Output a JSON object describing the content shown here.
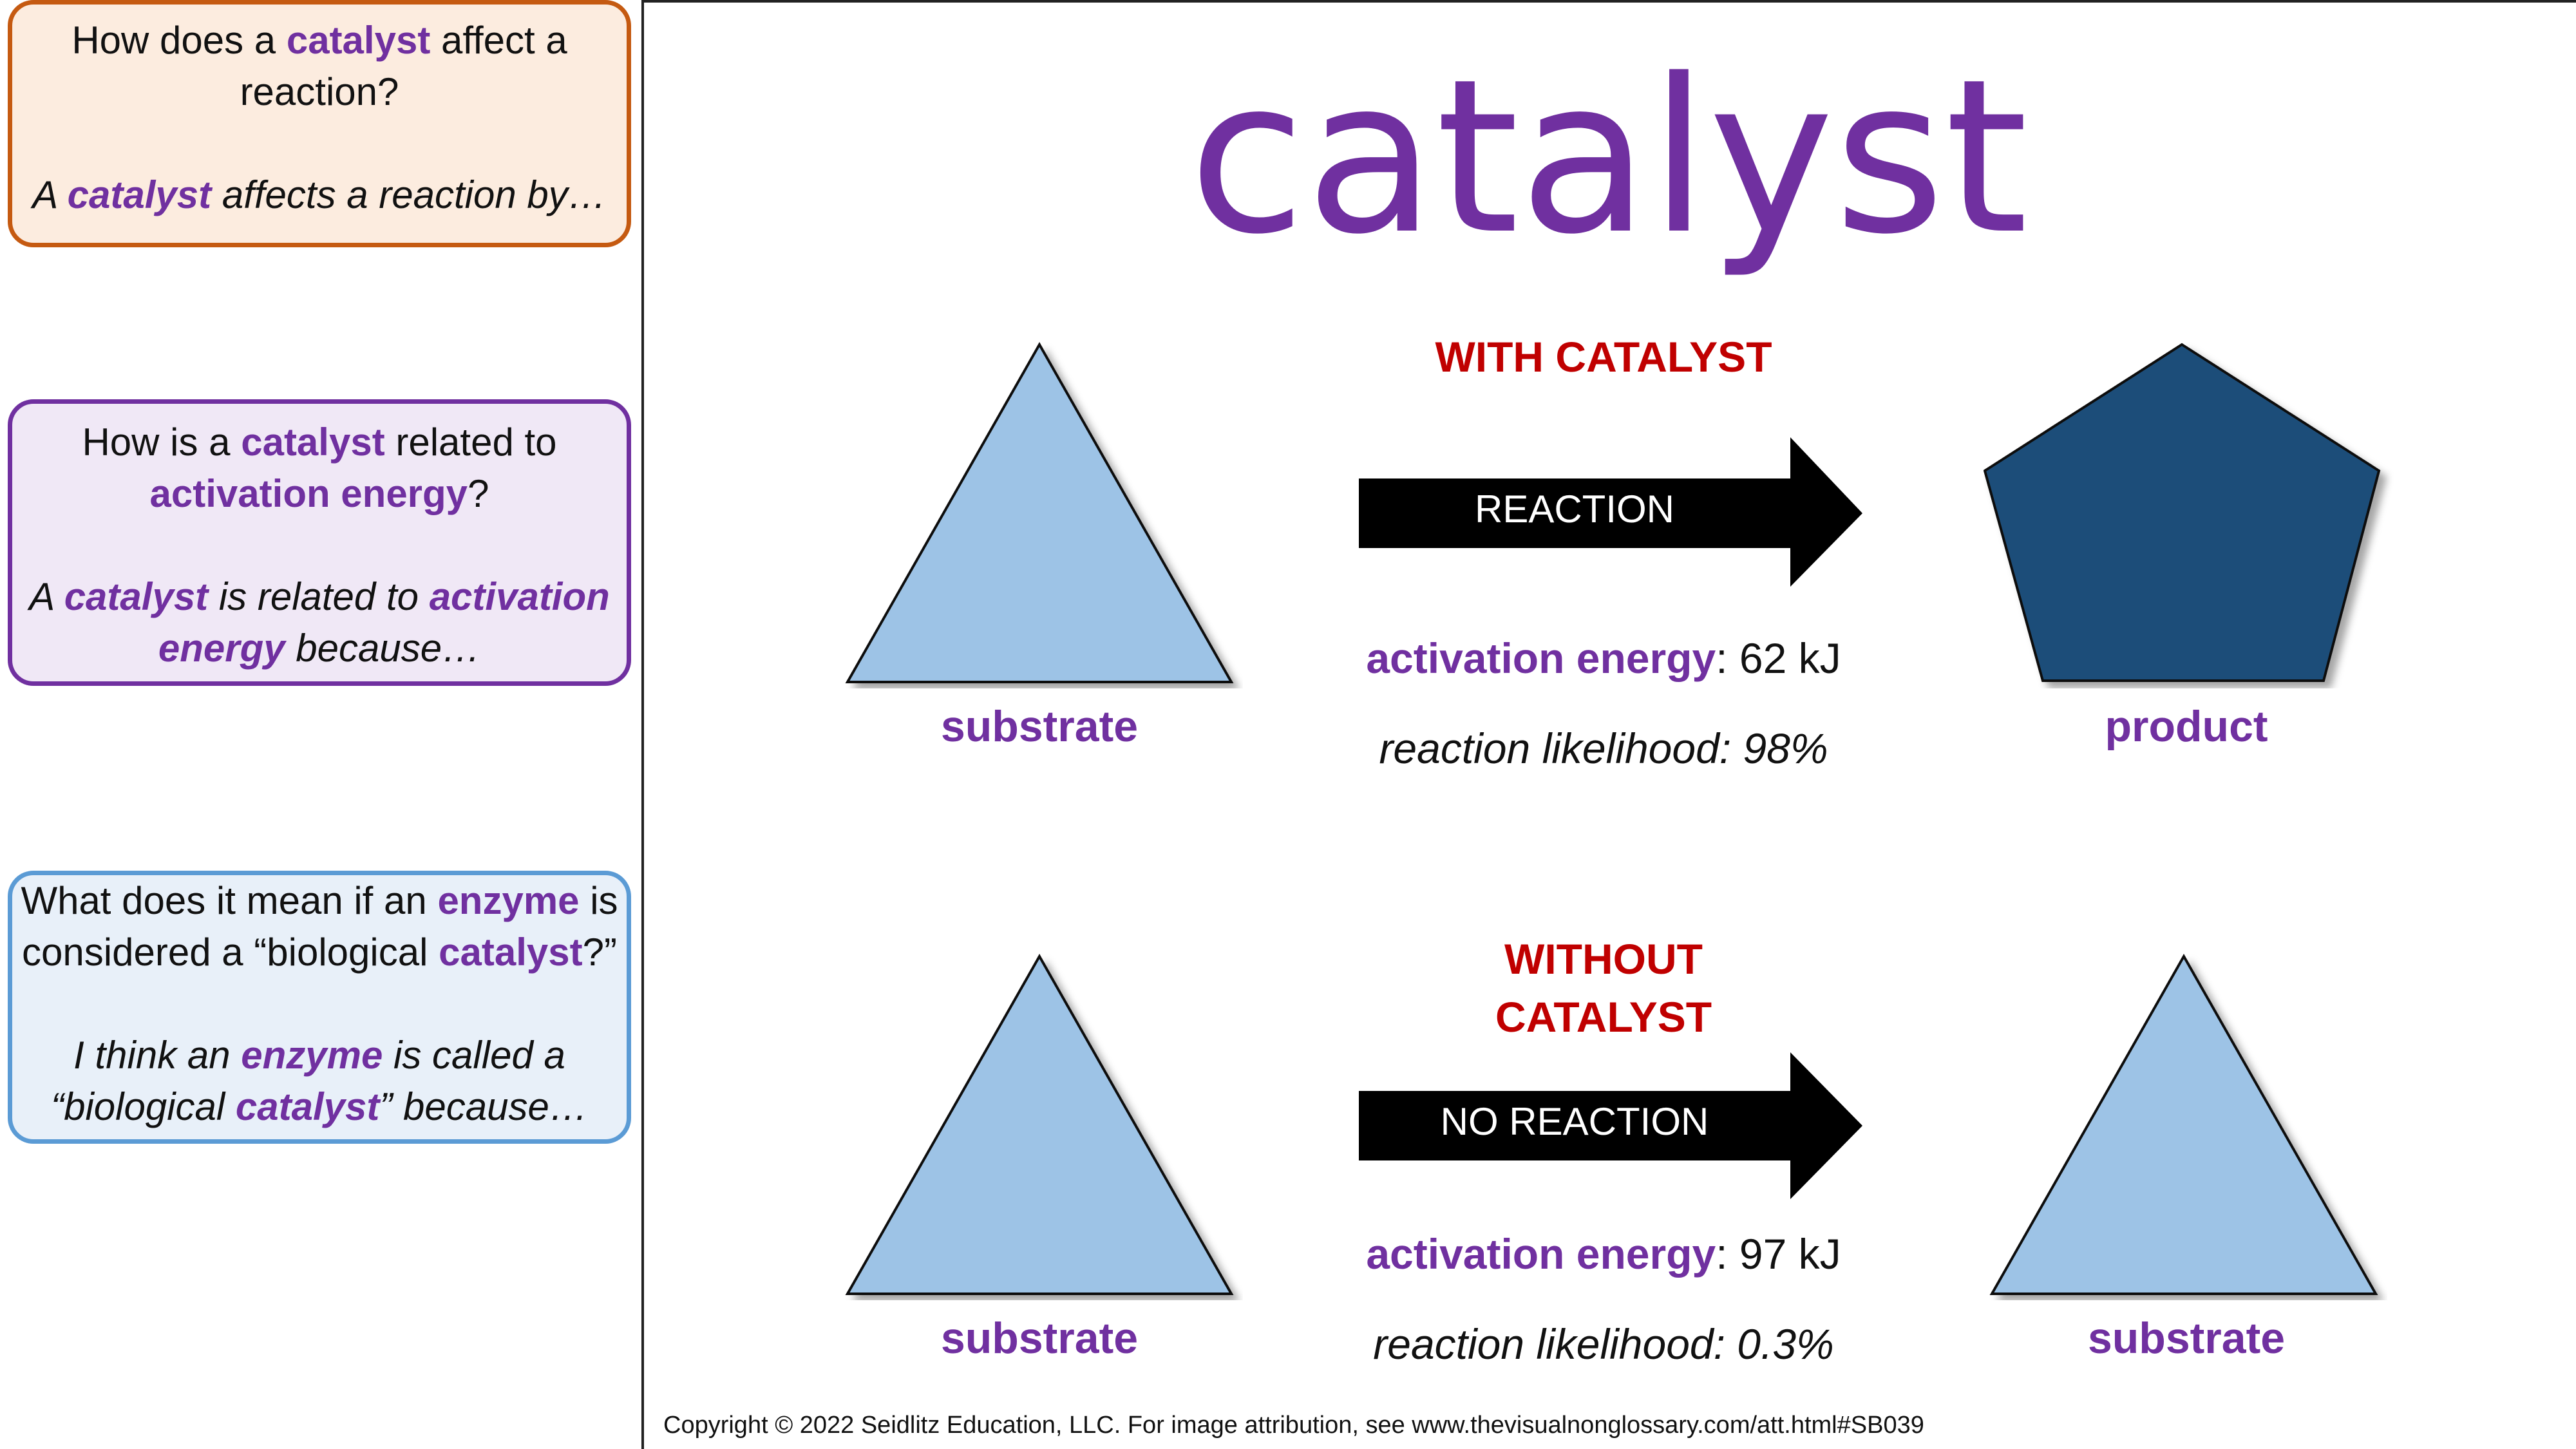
{
  "sidebar": {
    "box1": {
      "q_prefix": "How does a ",
      "q_term": "catalyst",
      "q_suffix": " affect a reaction?",
      "a_prefix": "A ",
      "a_term": "catalyst",
      "a_suffix": " affects a reaction by…"
    },
    "box2": {
      "q_prefix": "How is a ",
      "q_term1": "catalyst",
      "q_mid": " related to ",
      "q_term2": "activation energy",
      "q_suffix": "?",
      "a_prefix": "A ",
      "a_term1": "catalyst",
      "a_mid": " is related to ",
      "a_term2": "activation energy",
      "a_suffix": " because…"
    },
    "box3": {
      "q_prefix": "What does it mean if an ",
      "q_term1": "enzyme",
      "q_mid": " is considered a “biological ",
      "q_term2": "catalyst",
      "q_suffix": "?”",
      "a_prefix": "I think an ",
      "a_term1": "enzyme",
      "a_mid": " is called a “biological ",
      "a_term2": "catalyst",
      "a_suffix": "” because…"
    }
  },
  "main": {
    "title": "catalyst",
    "with": {
      "condition": "WITH CATALYST",
      "arrow_label": "REACTION",
      "energy_key": "activation energy",
      "energy_value": ": 62 kJ",
      "likelihood": "reaction likelihood: 98%",
      "left_label": "substrate",
      "right_label": "product"
    },
    "without": {
      "condition": "WITHOUT CATALYST",
      "arrow_label": "NO REACTION",
      "energy_key": "activation energy",
      "energy_value": ": 97 kJ",
      "likelihood": "reaction likelihood: 0.3%",
      "left_label": "substrate",
      "right_label": "substrate"
    }
  },
  "footer": "Copyright © 2022 Seidlitz Education, LLC.  For image attribution, see www.thevisualnonglossary.com/att.html#SB039",
  "colors": {
    "purple": "#7030a0",
    "red": "#c00000",
    "triangle_fill": "#9dc3e6",
    "pentagon_fill": "#1f4e79"
  }
}
